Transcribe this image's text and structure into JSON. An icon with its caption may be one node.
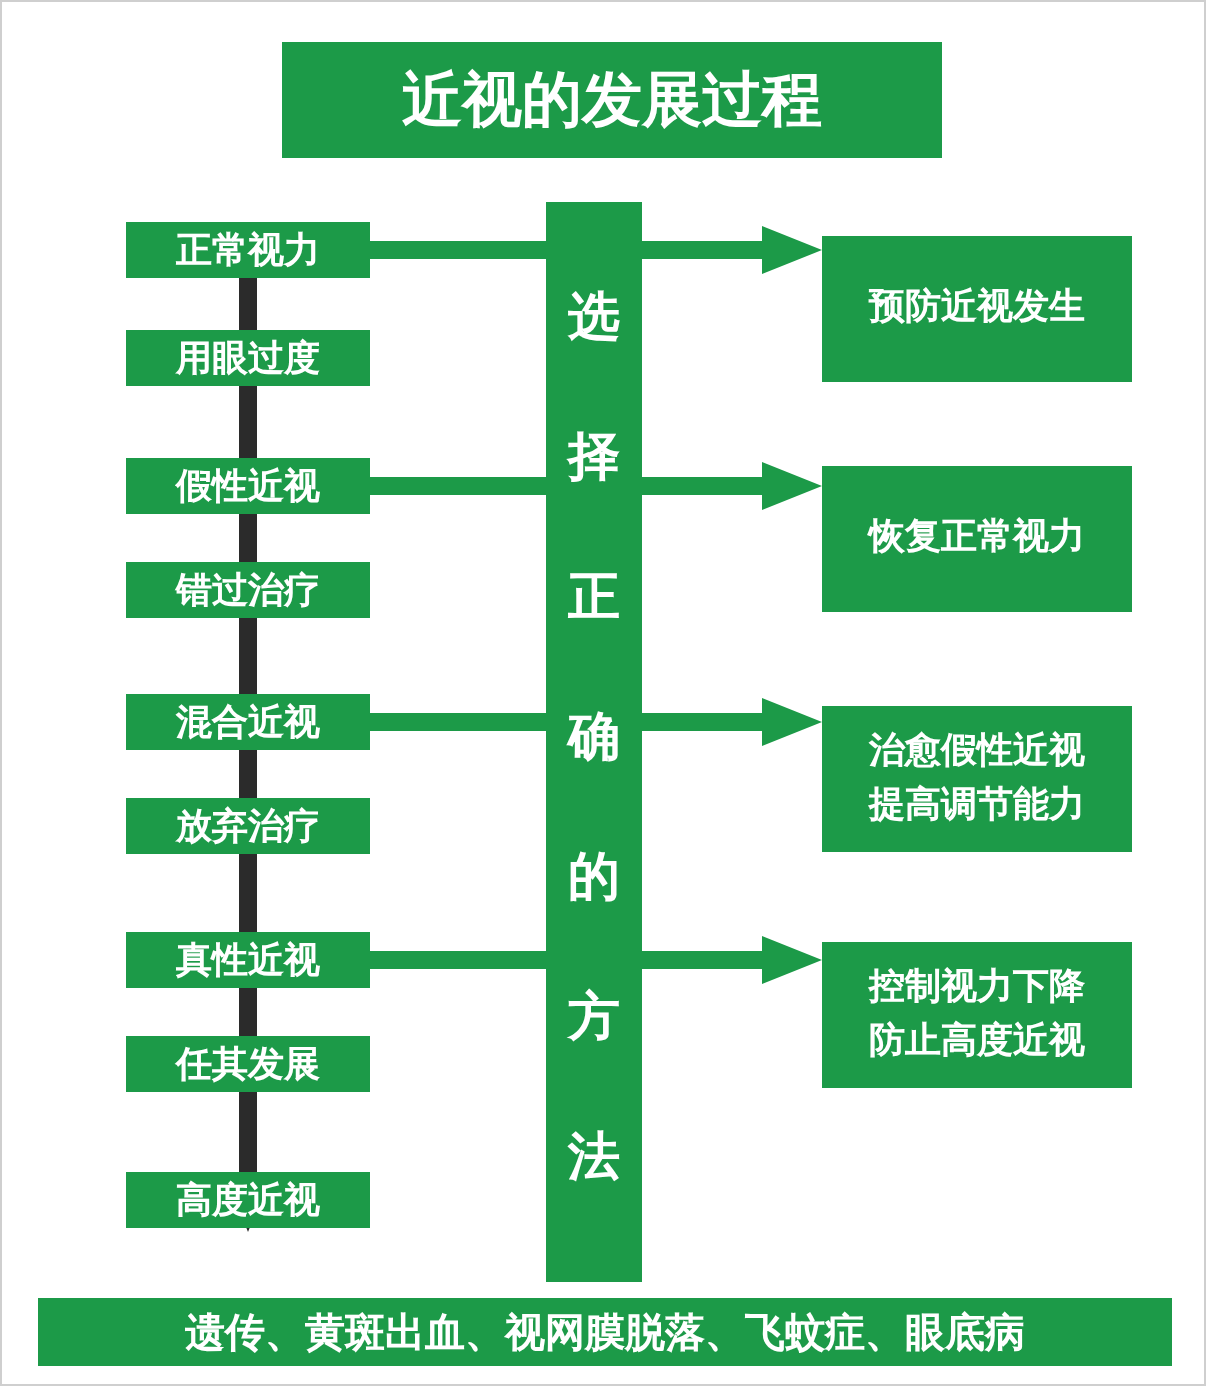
{
  "diagram": {
    "title": "近视的发展过程",
    "nodes": [
      {
        "text": [
          "正常视力"
        ]
      },
      {
        "text": [
          "用眼过度"
        ]
      },
      {
        "text": [
          "假性近视"
        ]
      },
      {
        "text": [
          "错过治疗"
        ]
      },
      {
        "text": [
          "混合近视"
        ]
      },
      {
        "text": [
          "放弃治疗"
        ]
      },
      {
        "text": [
          "真性近视"
        ]
      },
      {
        "text": [
          "任其发展"
        ]
      },
      {
        "text": [
          "高度近视"
        ]
      },
      {
        "text": [
          "选择正确的方法"
        ]
      },
      {
        "text": [
          "预防近视发生"
        ]
      },
      {
        "text": [
          "恢复正常视力"
        ]
      },
      {
        "text": [
          "治愈假性近视提高调节能力"
        ]
      },
      {
        "text": [
          "控制视力下降防止高度近视"
        ]
      },
      {
        "text": [
          "遗传、黄斑出血、视网膜脱落、飞蚊症、眼底病"
        ]
      }
    ],
    "edges": [
      {
        "from": 0,
        "to": 1,
        "arrow": "none"
      },
      {
        "from": 1,
        "to": 2,
        "arrow": "to"
      },
      {
        "from": 2,
        "to": 3,
        "arrow": "none"
      },
      {
        "from": 3,
        "to": 4,
        "arrow": "to"
      },
      {
        "from": 4,
        "to": 5,
        "arrow": "none"
      },
      {
        "from": 5,
        "to": 6,
        "arrow": "to"
      },
      {
        "from": 6,
        "to": 7,
        "arrow": "none"
      },
      {
        "from": 7,
        "to": 8,
        "arrow": "to"
      },
      {
        "from": 0,
        "to": 9,
        "arrow": "none",
        "color": "#1c9a48"
      },
      {
        "from": 9,
        "to": 10,
        "arrow": "to",
        "color": "#1c9a48"
      },
      {
        "from": 2,
        "to": 9,
        "arrow": "none",
        "color": "#1c9a48"
      },
      {
        "from": 9,
        "to": 11,
        "arrow": "to",
        "color": "#1c9a48"
      },
      {
        "from": 4,
        "to": 9,
        "arrow": "none",
        "color": "#1c9a48"
      },
      {
        "from": 9,
        "to": 12,
        "arrow": "to",
        "color": "#1c9a48"
      },
      {
        "from": 6,
        "to": 9,
        "arrow": "none",
        "color": "#1c9a48"
      },
      {
        "from": 9,
        "to": 13,
        "arrow": "to",
        "color": "#1c9a48"
      }
    ]
  }
}
